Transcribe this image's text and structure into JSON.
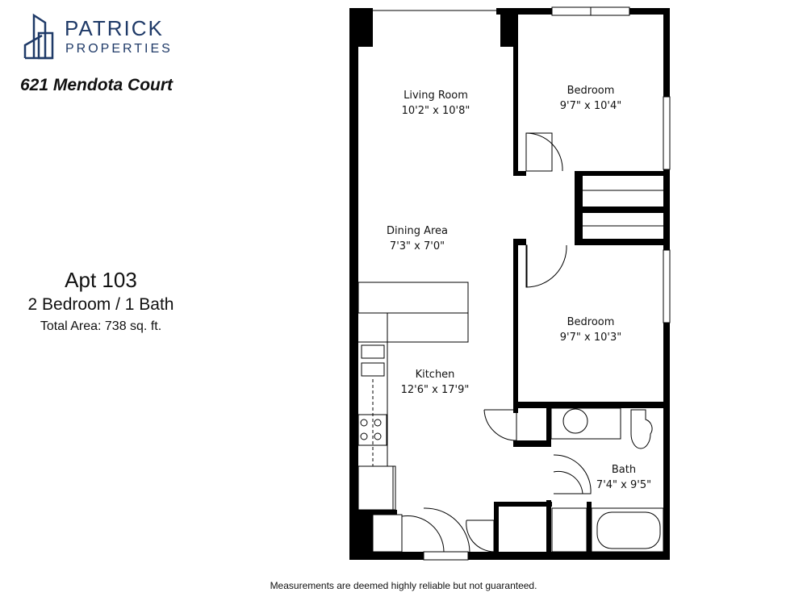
{
  "logo": {
    "line1": "PATRICK",
    "line2": "PROPERTIES"
  },
  "address": "621 Mendota Court",
  "unit": {
    "name": "Apt 103",
    "layout": "2 Bedroom / 1 Bath",
    "total_area": "Total Area: 738 sq. ft."
  },
  "rooms": [
    {
      "name": "Living Room",
      "dims": "10'2\" x 10'8\""
    },
    {
      "name": "Bedroom",
      "dims": "9'7\" x 10'4\""
    },
    {
      "name": "Dining Area",
      "dims": "7'3\" x 7'0\""
    },
    {
      "name": "Bedroom",
      "dims": "9'7\" x 10'3\""
    },
    {
      "name": "Kitchen",
      "dims": "12'6\" x 17'9\""
    },
    {
      "name": "Bath",
      "dims": "7'4\" x 9'5\""
    }
  ],
  "disclaimer": "Measurements are deemed highly reliable but not guaranteed.",
  "colors": {
    "brand": "#1f3a68",
    "wall": "#000000"
  }
}
